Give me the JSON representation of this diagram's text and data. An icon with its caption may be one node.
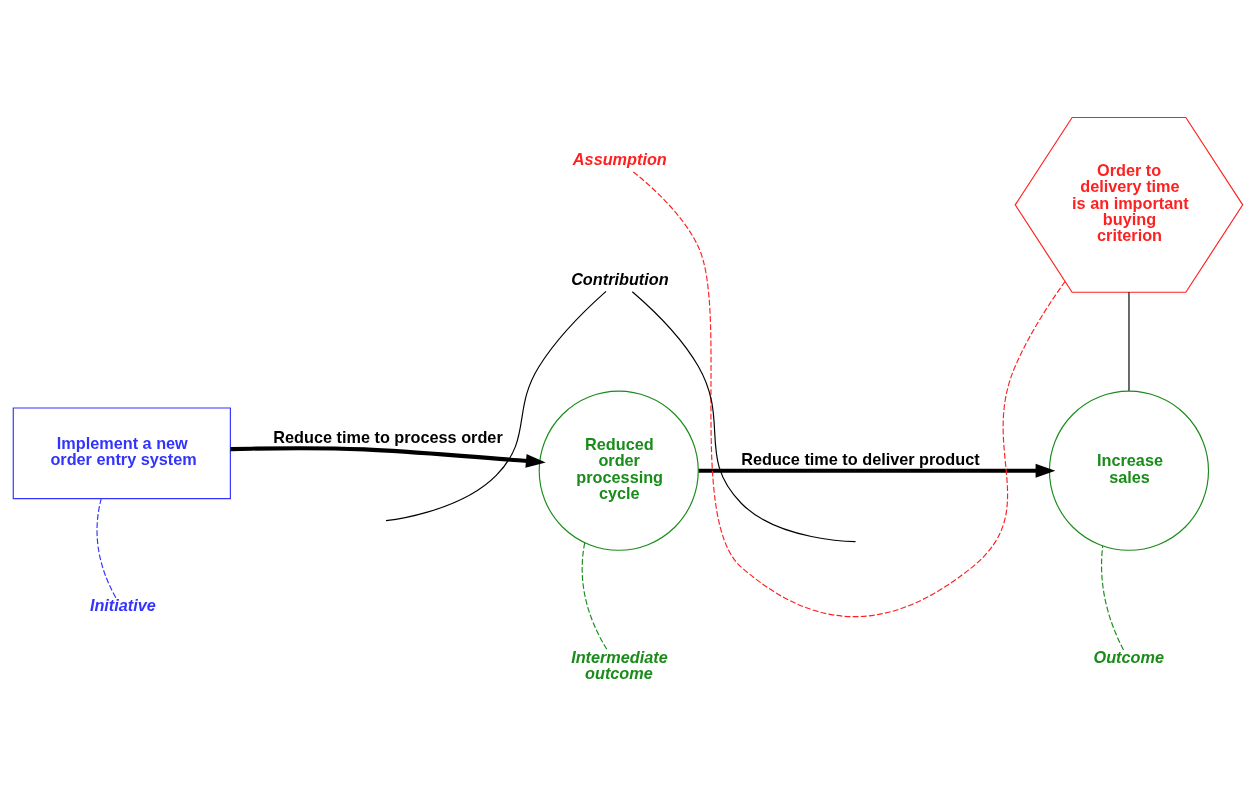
{
  "diagram": {
    "nodes": [
      {
        "text": [
          "Implement a new order entry system"
        ]
      },
      {
        "text": [
          "Reduced order processing cycle"
        ]
      },
      {
        "text": [
          "Increase sales"
        ]
      },
      {
        "text": [
          "Order to delivery time is an important buying criterion"
        ]
      },
      {
        "text": [
          "Initiative"
        ]
      },
      {
        "text": [
          "Intermediate outcome"
        ]
      },
      {
        "text": [
          "Outcome"
        ]
      },
      {
        "text": [
          "Assumption"
        ]
      },
      {
        "text": [
          "Contribution"
        ]
      }
    ],
    "edges": [
      {
        "from": 0,
        "to": 1,
        "arrow": "to",
        "label": "Reduce time to process order",
        "style": "thick"
      },
      {
        "from": 1,
        "to": 2,
        "arrow": "to",
        "label": "Reduce time to deliver product",
        "style": "thick"
      },
      {
        "from": 3,
        "to": 2,
        "arrow": "none"
      },
      {
        "from": 8,
        "to": null,
        "arrow": "none"
      },
      {
        "from": 8,
        "to": null,
        "arrow": "none"
      },
      {
        "from": 4,
        "to": 0,
        "arrow": "none",
        "style": "dashed",
        "color": "#3333ff"
      },
      {
        "from": 5,
        "to": 1,
        "arrow": "none",
        "style": "dashed",
        "color": "#1a8c1a"
      },
      {
        "from": 6,
        "to": 2,
        "arrow": "none",
        "style": "dashed",
        "color": "#1a8c1a"
      },
      {
        "from": 7,
        "to": 3,
        "arrow": "none",
        "style": "dashed",
        "color": "#ff2020"
      }
    ]
  }
}
